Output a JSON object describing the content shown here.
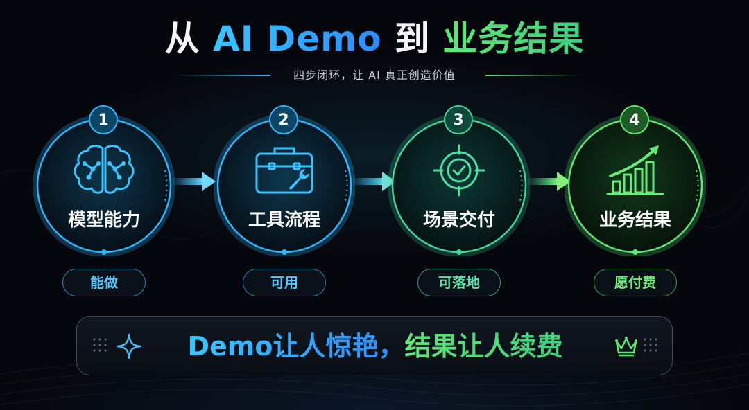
{
  "title": {
    "part1": "从 ",
    "part2": "AI Demo",
    "part3": " 到 ",
    "part4": "业务结果"
  },
  "subtitle": "四步闭环，让 AI 真正创造价值",
  "steps": [
    {
      "number": "1",
      "label": "模型能力",
      "tag": "能做",
      "icon": "brain-icon",
      "color": "#2fb6ff"
    },
    {
      "number": "2",
      "label": "工具流程",
      "tag": "可用",
      "icon": "toolbox-icon",
      "color": "#2fb6ff"
    },
    {
      "number": "3",
      "label": "场景交付",
      "tag": "可落地",
      "icon": "target-icon",
      "color": "#3fd69a"
    },
    {
      "number": "4",
      "label": "业务结果",
      "tag": "愿付费",
      "icon": "growth-chart-icon",
      "color": "#5ee874"
    }
  ],
  "banner": {
    "left_text": "Demo让人惊艳，",
    "right_text": "结果让人续费",
    "left_icon": "sparkle-icon",
    "right_icon": "crown-icon"
  },
  "colors": {
    "blue": "#2fb6ff",
    "teal": "#3fd69a",
    "green": "#5ee874",
    "background": "#05070c"
  }
}
